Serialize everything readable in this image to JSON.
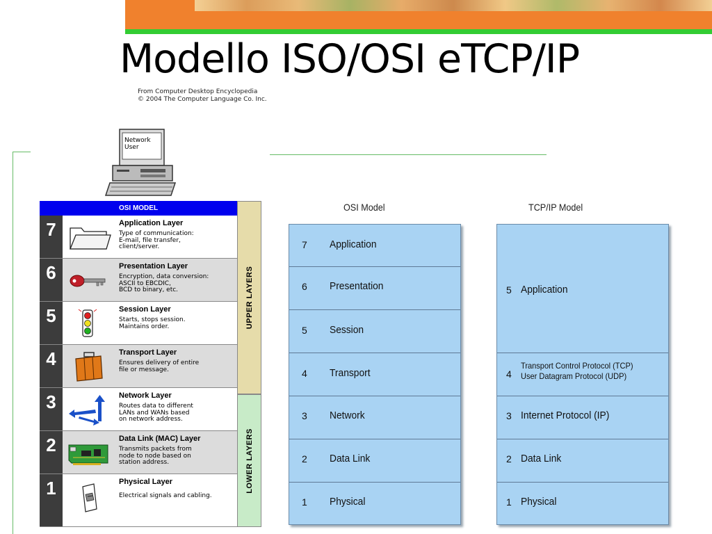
{
  "title": "Modello ISO/OSI eTCP/IP",
  "credit": [
    "From Computer Desktop Encyclopedia",
    "© 2004 The Computer Language Co. Inc."
  ],
  "computer_label": [
    "Network",
    "User"
  ],
  "osi_model": {
    "header": "OSI MODEL",
    "upper_label": "UPPER LAYERS",
    "lower_label": "LOWER LAYERS",
    "layers": [
      {
        "num": "7",
        "name": "Application Layer",
        "desc": [
          "Type of communication:",
          "E-mail, file transfer,",
          "client/server."
        ],
        "icon": "folder-icon"
      },
      {
        "num": "6",
        "name": "Presentation Layer",
        "desc": [
          "Encryption, data conversion:",
          "ASCII to EBCDIC,",
          "BCD to binary, etc."
        ],
        "icon": "key-icon"
      },
      {
        "num": "5",
        "name": "Session Layer",
        "desc": [
          "Starts, stops session.",
          "Maintains order."
        ],
        "icon": "traffic-light-icon"
      },
      {
        "num": "4",
        "name": "Transport Layer",
        "desc": [
          "Ensures delivery of entire",
          "file or message."
        ],
        "icon": "suitcase-icon"
      },
      {
        "num": "3",
        "name": "Network Layer",
        "desc": [
          "Routes data to different",
          "LANs and WANs based",
          "on network address."
        ],
        "icon": "routing-arrows-icon"
      },
      {
        "num": "2",
        "name": "Data Link (MAC) Layer",
        "desc": [
          "Transmits packets from",
          "node to node based on",
          "station address."
        ],
        "icon": "network-card-icon"
      },
      {
        "num": "1",
        "name": "Physical Layer",
        "desc": [
          "Electrical signals and cabling."
        ],
        "icon": "wall-jack-icon"
      }
    ]
  },
  "osi_stack": {
    "title": "OSI Model",
    "cells": [
      {
        "num": "7",
        "label": "Application"
      },
      {
        "num": "6",
        "label": "Presentation"
      },
      {
        "num": "5",
        "label": "Session"
      },
      {
        "num": "4",
        "label": "Transport"
      },
      {
        "num": "3",
        "label": "Network"
      },
      {
        "num": "2",
        "label": "Data Link"
      },
      {
        "num": "1",
        "label": "Physical"
      }
    ]
  },
  "tcp_stack": {
    "title": "TCP/IP Model",
    "cells": [
      {
        "num": "5",
        "label": [
          "Application"
        ]
      },
      {
        "num": "4",
        "label": [
          "Transport Control Protocol (TCP)",
          "User Datagram Protocol (UDP)"
        ]
      },
      {
        "num": "3",
        "label": [
          "Internet Protocol (IP)"
        ]
      },
      {
        "num": "2",
        "label": [
          "Data Link"
        ]
      },
      {
        "num": "1",
        "label": [
          "Physical"
        ]
      }
    ]
  },
  "colors": {
    "osi_header": "#0000ee",
    "upper_band": "#e6dcaa",
    "lower_band": "#c8ebc8",
    "stack_fill": "#a9d3f3",
    "accent_green": "#33cc33",
    "accent_orange": "#f0812d"
  }
}
